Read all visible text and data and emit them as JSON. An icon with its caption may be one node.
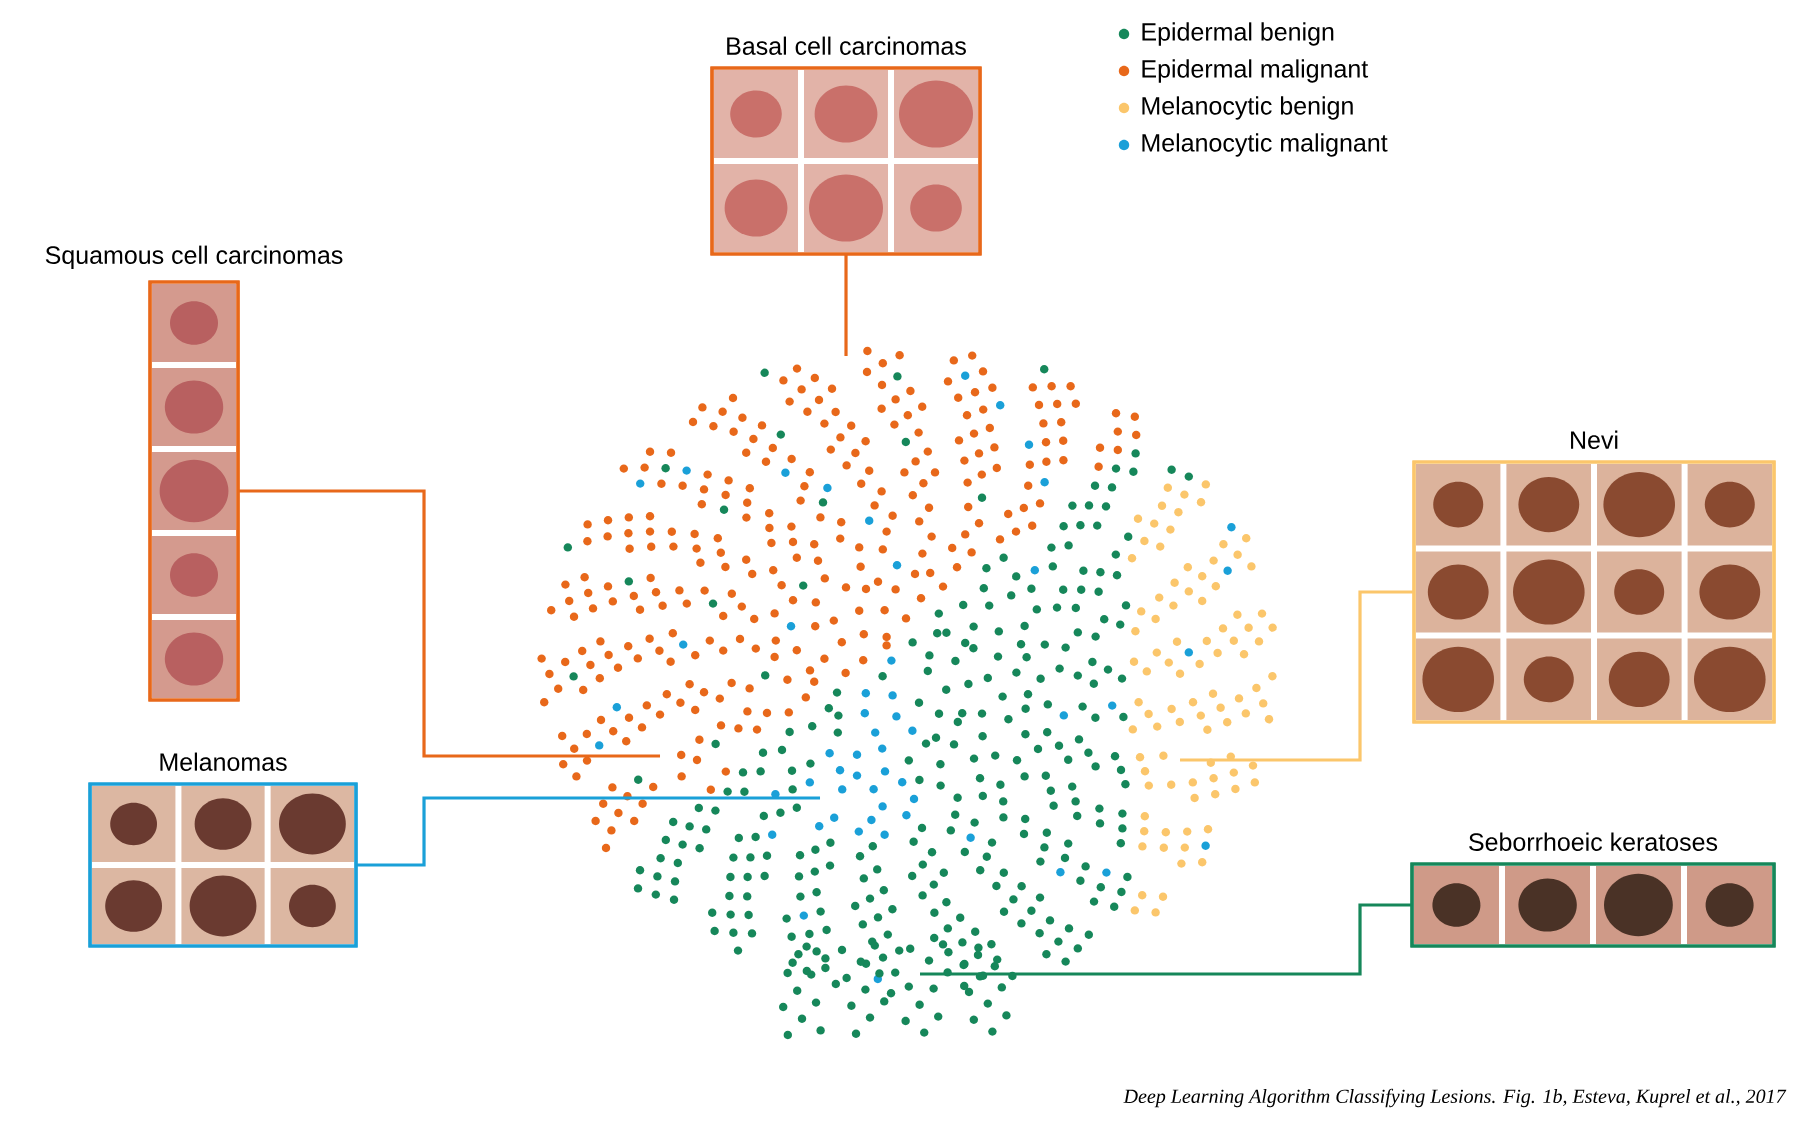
{
  "diagram": {
    "caption": "Deep Learning Algorithm Classifying Lesions. Fig. 1b, Esteva, Kuprel et al., 2017",
    "nodes": [
      {
        "text": [
          "Basal cell carcinomas"
        ]
      },
      {
        "text": [
          "Squamous cell carcinomas"
        ]
      },
      {
        "text": [
          "Nevi"
        ]
      },
      {
        "text": [
          "Melanomas"
        ]
      },
      {
        "text": [
          "Seborrhoeic keratoses"
        ]
      }
    ],
    "edges": [
      {
        "from": 0,
        "to": null,
        "arrow": "none",
        "color": "#e8681a"
      },
      {
        "from": 1,
        "to": null,
        "arrow": "none",
        "color": "#e8681a"
      },
      {
        "from": 2,
        "to": null,
        "arrow": "none",
        "color": "#fbc66b"
      },
      {
        "from": 3,
        "to": null,
        "arrow": "none",
        "color": "#1aa0d8"
      },
      {
        "from": 4,
        "to": null,
        "arrow": "none",
        "color": "#16875a"
      }
    ],
    "legend": [
      {
        "text": "Epidermal benign",
        "color": "#16875a"
      },
      {
        "text": "Epidermal malignant",
        "color": "#e8681a"
      },
      {
        "text": "Melanocytic benign",
        "color": "#fbc66b"
      },
      {
        "text": "Melanocytic malignant",
        "color": "#1aa0d8"
      }
    ]
  }
}
